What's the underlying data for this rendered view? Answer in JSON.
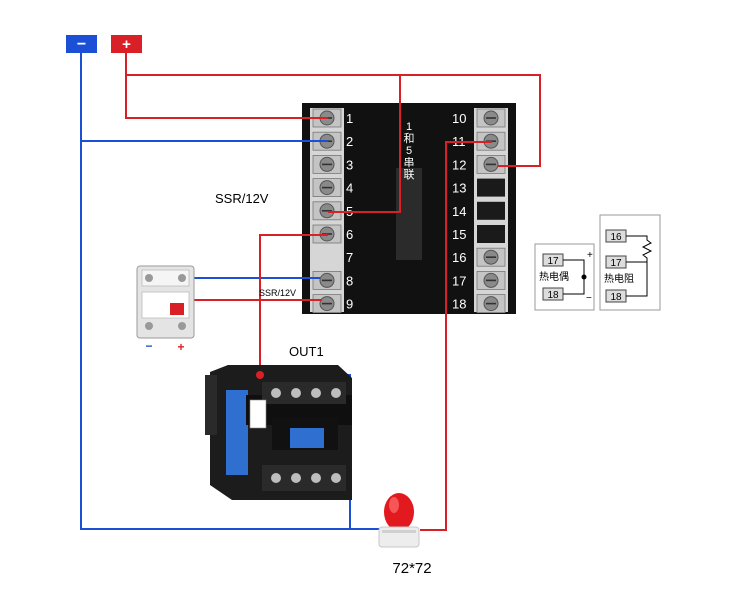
{
  "power": {
    "negative_label": "−",
    "positive_label": "+"
  },
  "controller": {
    "left_terminals": [
      "1",
      "2",
      "3",
      "4",
      "5",
      "6",
      "7",
      "8",
      "9"
    ],
    "right_terminals": [
      "10",
      "11",
      "12",
      "13",
      "14",
      "15",
      "16",
      "17",
      "18"
    ],
    "center_note": [
      "1",
      "和",
      "5",
      "串",
      "联"
    ]
  },
  "labels": {
    "ssr_12v_main": "SSR/12V",
    "ssr_12v_small": "SSR/12V",
    "out1": "OUT1",
    "size": "72*72"
  },
  "ssr": {
    "minus": "−",
    "plus": "+"
  },
  "legend_thermocouple": {
    "terminals": [
      "17",
      "18"
    ],
    "name": "热电偶",
    "plus": "+",
    "minus": "−"
  },
  "legend_rtd": {
    "terminals": [
      "16",
      "17",
      "18"
    ],
    "name": "热电阻"
  },
  "colors": {
    "negative_wire": "#1a4fd6",
    "positive_wire": "#d92027",
    "controller_body": "#111111",
    "contactor_body": "#1c1c1c",
    "contactor_blue": "#2f6fcf"
  }
}
